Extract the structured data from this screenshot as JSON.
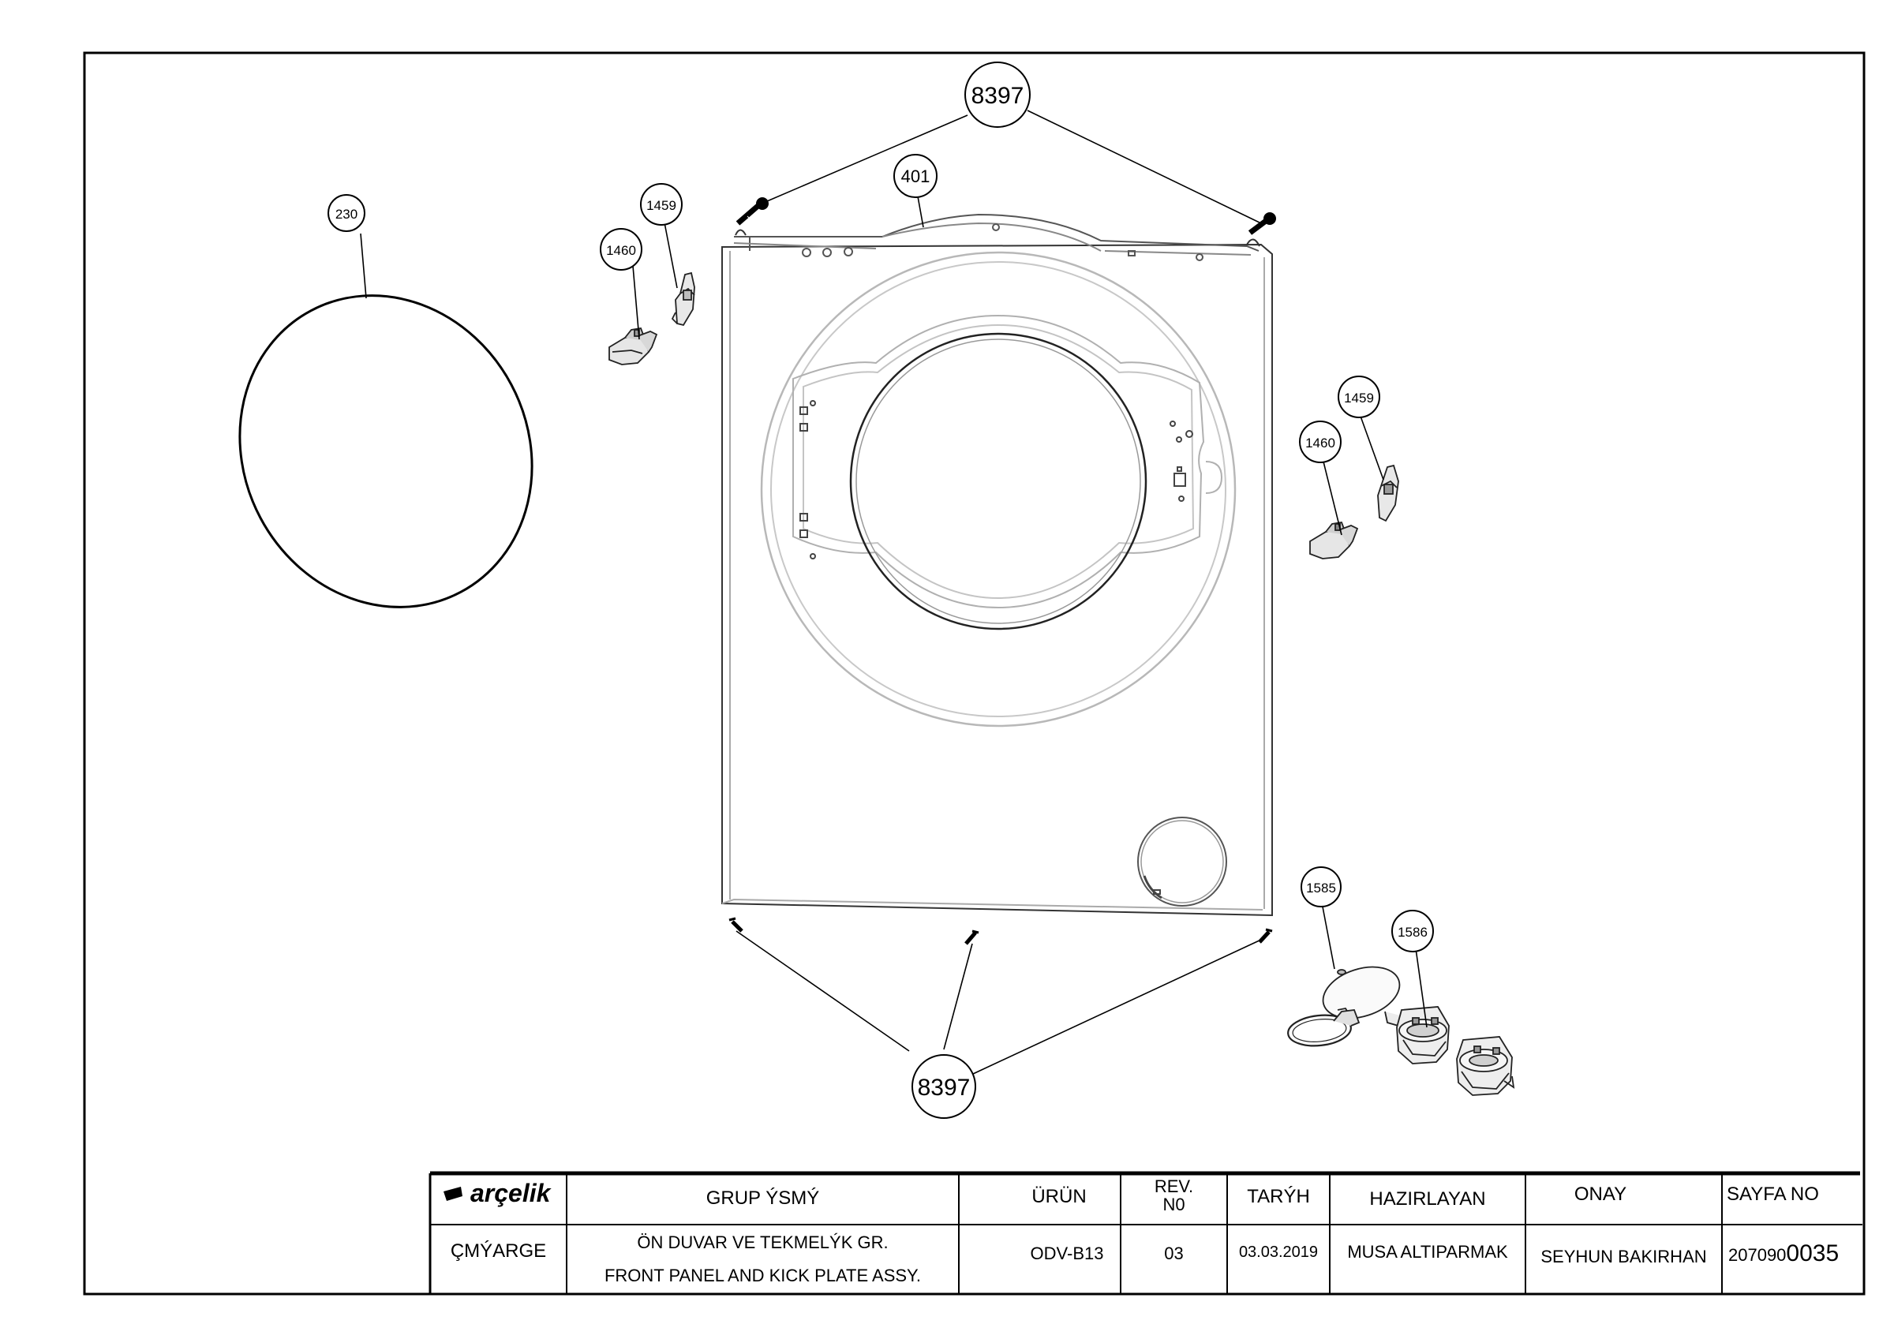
{
  "callouts": {
    "c8397_top": "8397",
    "c401": "401",
    "c230": "230",
    "c1459_left": "1459",
    "c1460_left": "1460",
    "c1459_right": "1459",
    "c1460_right": "1460",
    "c1585": "1585",
    "c1586": "1586",
    "c8397_bottom": "8397"
  },
  "title_block": {
    "brand": "arçelik",
    "headers": {
      "group_name": "GRUP ÝSMÝ",
      "product": "ÜRÜN",
      "rev_no": "REV.\nN0",
      "date": "TARÝH",
      "prepared_by": "HAZIRLAYAN",
      "approval": "ONAY",
      "page_no": "SAYFA NO"
    },
    "values": {
      "category": "ÇMÝARGE",
      "group_name_tr": "ÖN DUVAR VE TEKMELÝK GR.",
      "group_name_en": "FRONT PANEL AND KICK PLATE ASSY.",
      "product": "ODV-B13",
      "rev_no": "03",
      "date": "03.03.2019",
      "prepared_by": "MUSA ALTIPARMAK",
      "approval": "SEYHUN BAKIRHAN",
      "page_no_prefix": "207090",
      "page_no_suffix": "0035"
    }
  }
}
